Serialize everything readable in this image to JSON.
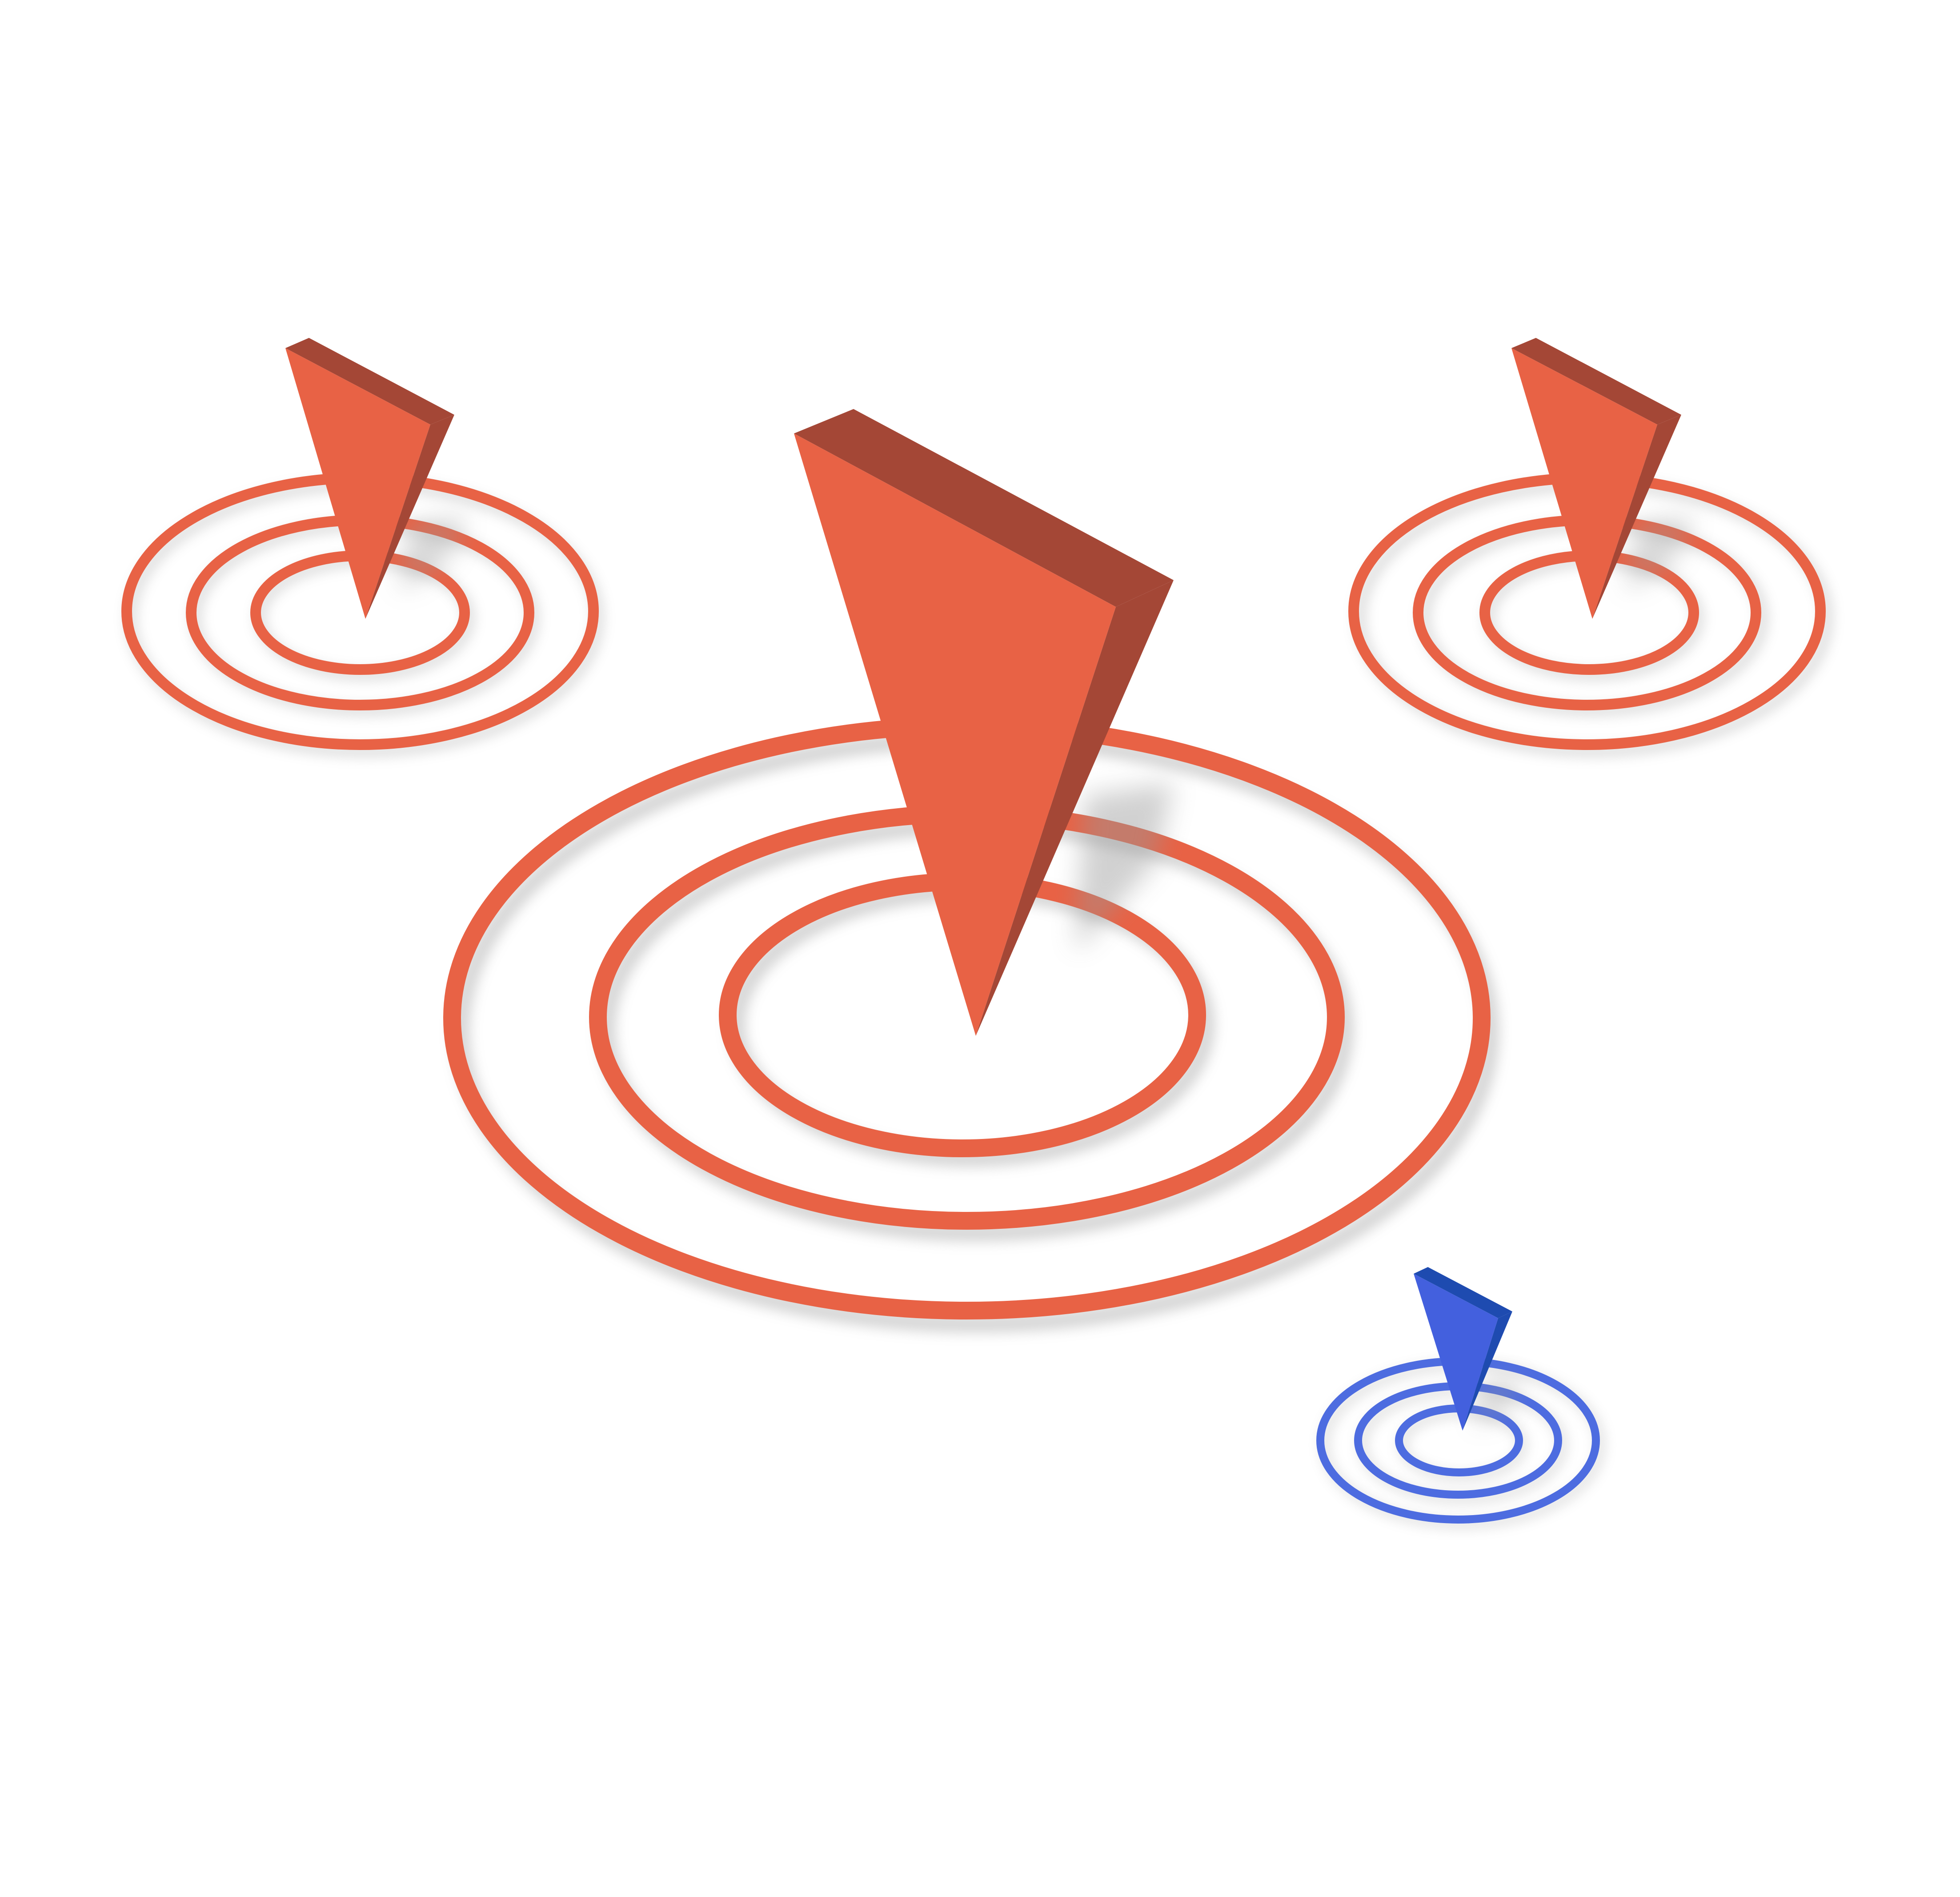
{
  "scene": {
    "background": "#ffffff",
    "colors": {
      "orange_face": "#e86245",
      "orange_side": "#a44736",
      "orange_ring": "#e86245",
      "blue_face": "#4360de",
      "blue_side": "#1e4bb0",
      "blue_ring": "#4d6ce0",
      "shadow": "#9a9a9a"
    },
    "markers": [
      {
        "name": "location-marker-center",
        "color": "orange",
        "icon": "map-pin-target-icon"
      },
      {
        "name": "location-marker-top-left",
        "color": "orange",
        "icon": "map-pin-target-icon"
      },
      {
        "name": "location-marker-top-right",
        "color": "orange",
        "icon": "map-pin-target-icon"
      },
      {
        "name": "location-marker-bottom-right",
        "color": "blue",
        "icon": "map-pin-target-icon"
      }
    ]
  }
}
